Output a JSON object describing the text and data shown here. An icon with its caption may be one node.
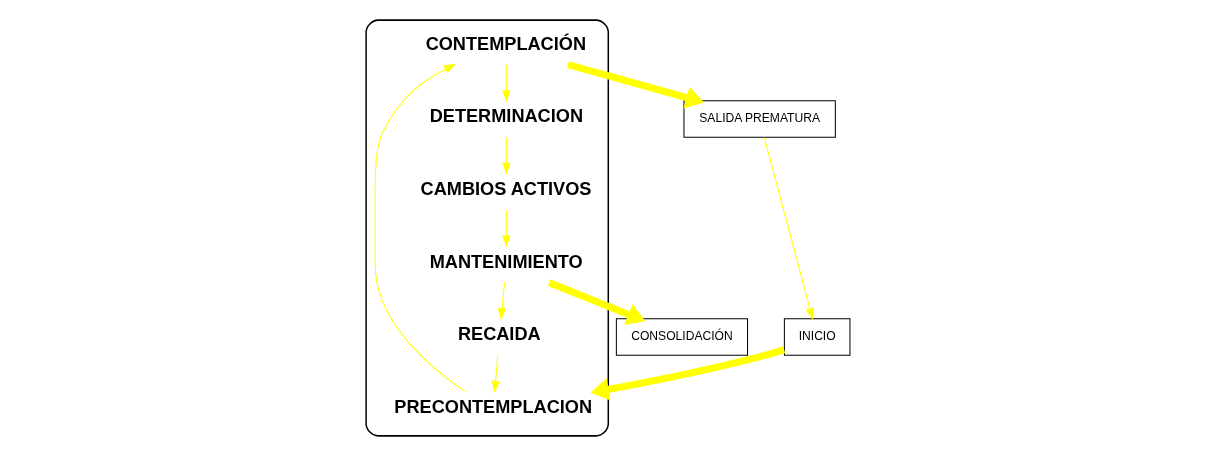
{
  "diagram": {
    "nodes": [
      {
        "text": [
          "SALIDA PREMATURA"
        ]
      },
      {
        "text": [],
        "shape": "ellipse"
      },
      {
        "text": [
          "CONTEMPLACIÓN"
        ],
        "in": 1
      },
      {
        "text": [
          "DETERMINACION"
        ],
        "in": 1
      },
      {
        "text": [
          "CAMBIOS ACTIVOS"
        ],
        "in": 1
      },
      {
        "text": [
          "MANTENIMIENTO"
        ],
        "in": 1
      },
      {
        "text": [
          "RECAIDA"
        ],
        "in": 1
      },
      {
        "text": [
          "PRECONTEMPLACION"
        ],
        "in": 1
      },
      {
        "text": [
          "INICIO"
        ]
      },
      {
        "text": [
          "CONSOLIDACIÓN"
        ]
      }
    ],
    "edges": [
      {
        "from": 0,
        "to": 8,
        "arrow": "to"
      },
      {
        "from": 8,
        "to": 7,
        "arrow": "to",
        "style": "thick"
      },
      {
        "from": 7,
        "to": 2,
        "arrow": "to"
      },
      {
        "from": 2,
        "to": 0,
        "arrow": "to",
        "style": "thick"
      },
      {
        "from": 2,
        "to": 3,
        "arrow": "to"
      },
      {
        "from": 3,
        "to": 4,
        "arrow": "to"
      },
      {
        "from": 4,
        "to": 5,
        "arrow": "to"
      },
      {
        "from": 5,
        "to": 9,
        "arrow": "to",
        "style": "thick"
      },
      {
        "from": 5,
        "to": 6,
        "arrow": "to"
      },
      {
        "from": 6,
        "to": 7,
        "arrow": "to"
      }
    ]
  }
}
